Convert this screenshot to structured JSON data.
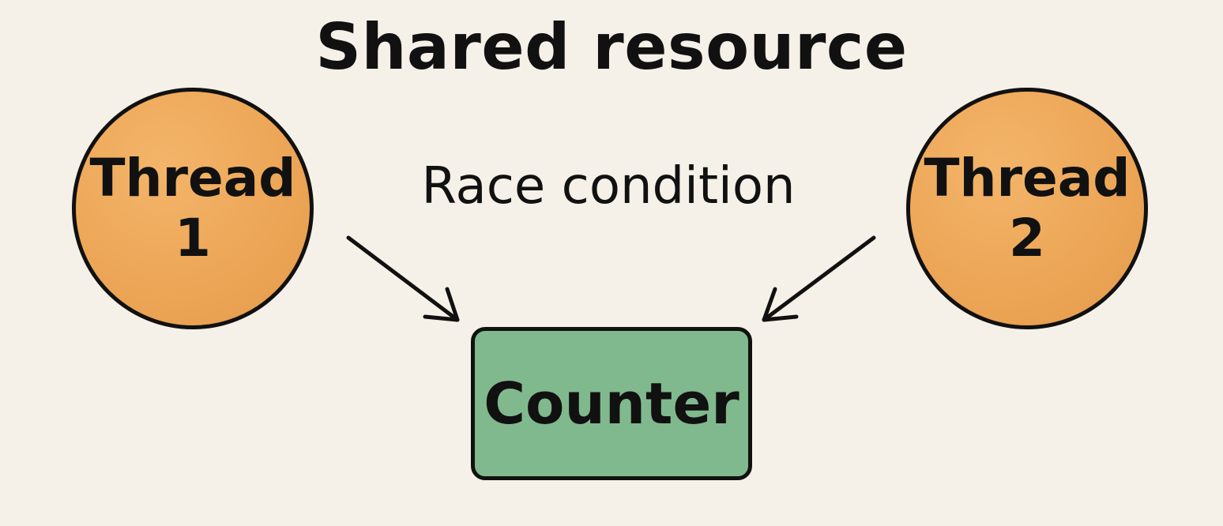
{
  "title": "Shared resource",
  "annotation": "Race condition",
  "threads": [
    {
      "label_line1": "Thread",
      "label_line2": "1"
    },
    {
      "label_line1": "Thread",
      "label_line2": "2"
    }
  ],
  "counter": {
    "label": "Counter"
  },
  "colors": {
    "background": "#f5f1e8",
    "thread_fill": "#eda657",
    "counter_fill": "#80b98d",
    "outline": "#111111"
  }
}
